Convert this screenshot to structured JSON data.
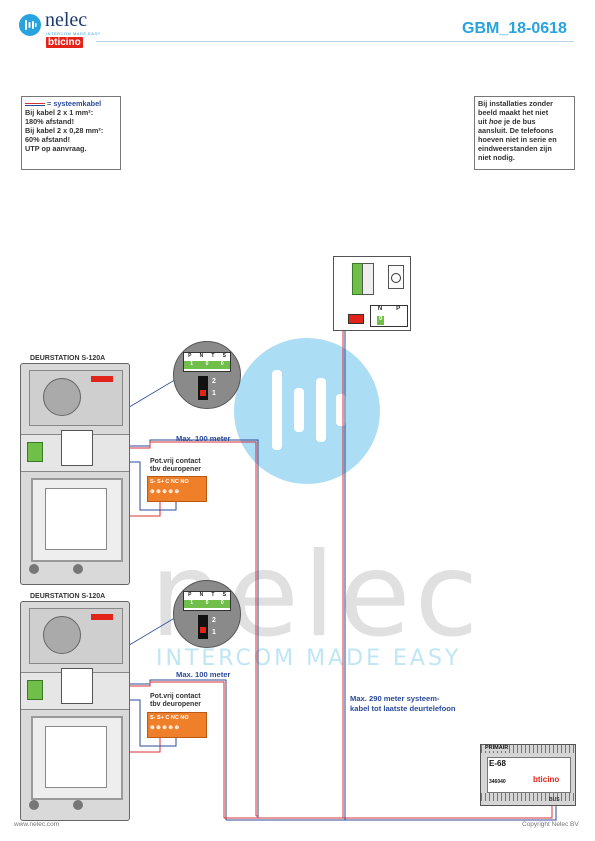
{
  "brand": {
    "name": "nelec",
    "tagline": "INTERCOM MADE EASY",
    "partner": "bticino"
  },
  "document_code": "GBM_18-0618",
  "legend_note": {
    "title": "= systeemkabel",
    "lines": [
      "Bij kabel 2 x 1 mm²:",
      "180% afstand!",
      "Bij kabel 2 x 0,28 mm²:",
      "60% afstand!",
      "UTP op aanvraag."
    ]
  },
  "info_note": {
    "lines": [
      "Bij installaties zonder",
      "beeld maakt het niet",
      "uit",
      "hoe",
      "je de bus",
      "aansluit. De telefoons",
      "hoeven niet in serie en",
      "eindweerstanden zijn",
      "niet nodig."
    ]
  },
  "door_station_1": {
    "title": "DEURSTATION S-120A",
    "distance": "Max. 100 meter",
    "relay_title": [
      "Pot.vrij contact",
      "tbv deuropener"
    ],
    "relay_terminals": "S-  S+ C NC NO",
    "dip_labels": [
      "P",
      "N",
      "T",
      "S"
    ],
    "dip_values": [
      "1",
      "0",
      "0"
    ],
    "switch_labels": [
      "2",
      "1"
    ]
  },
  "door_station_2": {
    "title": "DEURSTATION S-120A",
    "distance": "Max. 100 meter",
    "relay_title": [
      "Pot.vrij contact",
      "tbv deuropener"
    ],
    "relay_terminals": "S-  S+ C NC NO",
    "dip_labels": [
      "P",
      "N",
      "T",
      "S"
    ],
    "dip_values": [
      "1",
      "0",
      "0"
    ],
    "switch_labels": [
      "2",
      "1"
    ]
  },
  "handset": {
    "np_labels": [
      "N",
      "P"
    ],
    "np_value": "0"
  },
  "system_cable_note": [
    "Max. 290 meter systeem-",
    "kabel tot laatste deurtelefoon"
  ],
  "power_supply": {
    "label_primary": "PRIMAIR",
    "model": "E-68",
    "part_number": "346040",
    "brand": "bticino",
    "bus_label": "BUS"
  },
  "footer": {
    "website": "www.nelec.com",
    "copyright": "Copyright Nelec BV"
  },
  "colors": {
    "accent": "#29a3e0",
    "cable_blue": "#2a4a9a",
    "cable_red": "#d83030",
    "relay": "#f07f2a"
  }
}
